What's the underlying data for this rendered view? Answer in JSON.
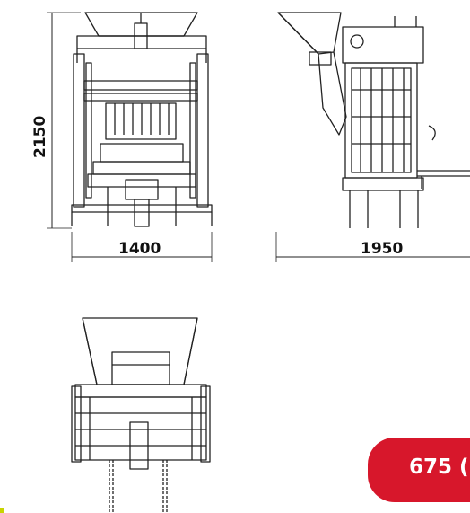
{
  "dimensions": {
    "height_front": "2150",
    "width_front": "1400",
    "width_side": "1950"
  },
  "badge": {
    "text": "675 (",
    "color": "#d7172b"
  },
  "colors": {
    "line": "#222222",
    "accent": "#d7172b"
  }
}
